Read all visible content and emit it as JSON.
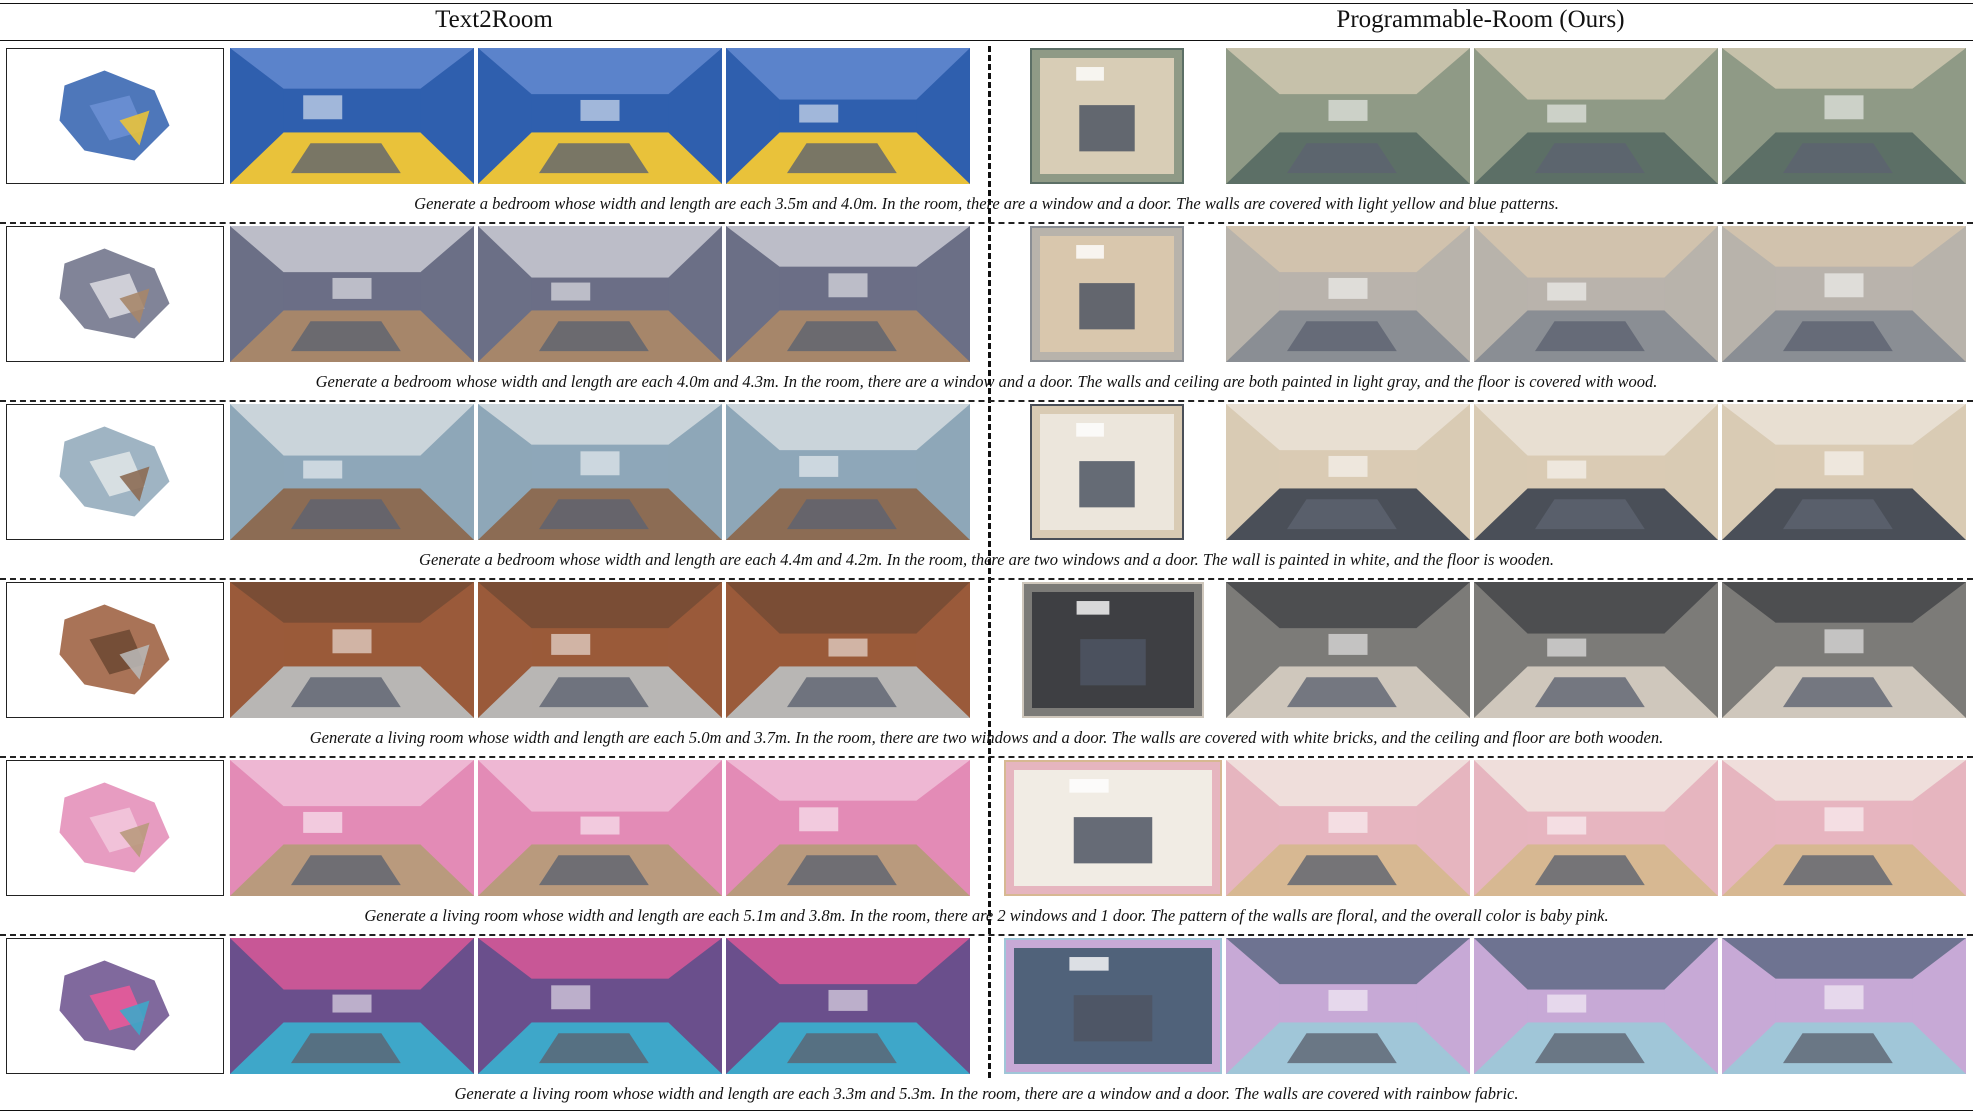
{
  "headers": {
    "left": "Text2Room",
    "right": "Programmable-Room (Ours)"
  },
  "rows": [
    {
      "caption": "Generate a bedroom whose width and length are each 3.5m and 4.0m. In the room, there are a window and a door. The walls are covered with light yellow and blue patterns.",
      "t2r_colors": [
        "#2f5fae",
        "#e9c23a",
        "#6b8fd4"
      ],
      "ours_colors": [
        "#8f9a86",
        "#5c6f66",
        "#d8cdb6"
      ]
    },
    {
      "caption": "Generate a bedroom whose width and length are each 4.0m and 4.3m. In the room, there are a window and a door. The walls and ceiling are both painted in light gray, and the floor is covered with wood.",
      "t2r_colors": [
        "#6b6f86",
        "#a6866a",
        "#d7d7de"
      ],
      "ours_colors": [
        "#b8b3ab",
        "#8a8e94",
        "#d9c7ad"
      ]
    },
    {
      "caption": "Generate a bedroom whose width and length are each 4.4m and 4.2m. In the room, there are two windows and a door. The wall is painted in white, and the floor is wooden.",
      "t2r_colors": [
        "#8ea7b8",
        "#8c6c54",
        "#dde3e6"
      ],
      "ours_colors": [
        "#d9cbb4",
        "#4a4f58",
        "#ece6dc"
      ]
    },
    {
      "caption": "Generate a living room whose width and length are each 5.0m and 3.7m. In the room, there are two windows and a door. The walls are covered with white bricks, and the ceiling and floor are both wooden.",
      "t2r_colors": [
        "#9a5a3a",
        "#b8b6b4",
        "#6f4a34"
      ],
      "ours_colors": [
        "#7c7b78",
        "#cfc7bc",
        "#3e3f43"
      ]
    },
    {
      "caption": "Generate a living room whose width and length are each 5.1m and 3.8m. In the room, there are 2 windows and 1 door. The pattern of the walls are floral, and the overall color is baby pink.",
      "t2r_colors": [
        "#e38bb6",
        "#b99a7d",
        "#f2c6dc"
      ],
      "ours_colors": [
        "#e6b5bf",
        "#d7b892",
        "#f1ece4"
      ]
    },
    {
      "caption": "Generate a living room whose width and length are each 3.3m and 5.3m. In the room, there are a window and a door. The walls are covered with rainbow fabric.",
      "t2r_colors": [
        "#6a4f8c",
        "#3ea7c9",
        "#e85a9a"
      ],
      "ours_colors": [
        "#c7a9d6",
        "#a0c6d8",
        "#50627a"
      ]
    }
  ]
}
